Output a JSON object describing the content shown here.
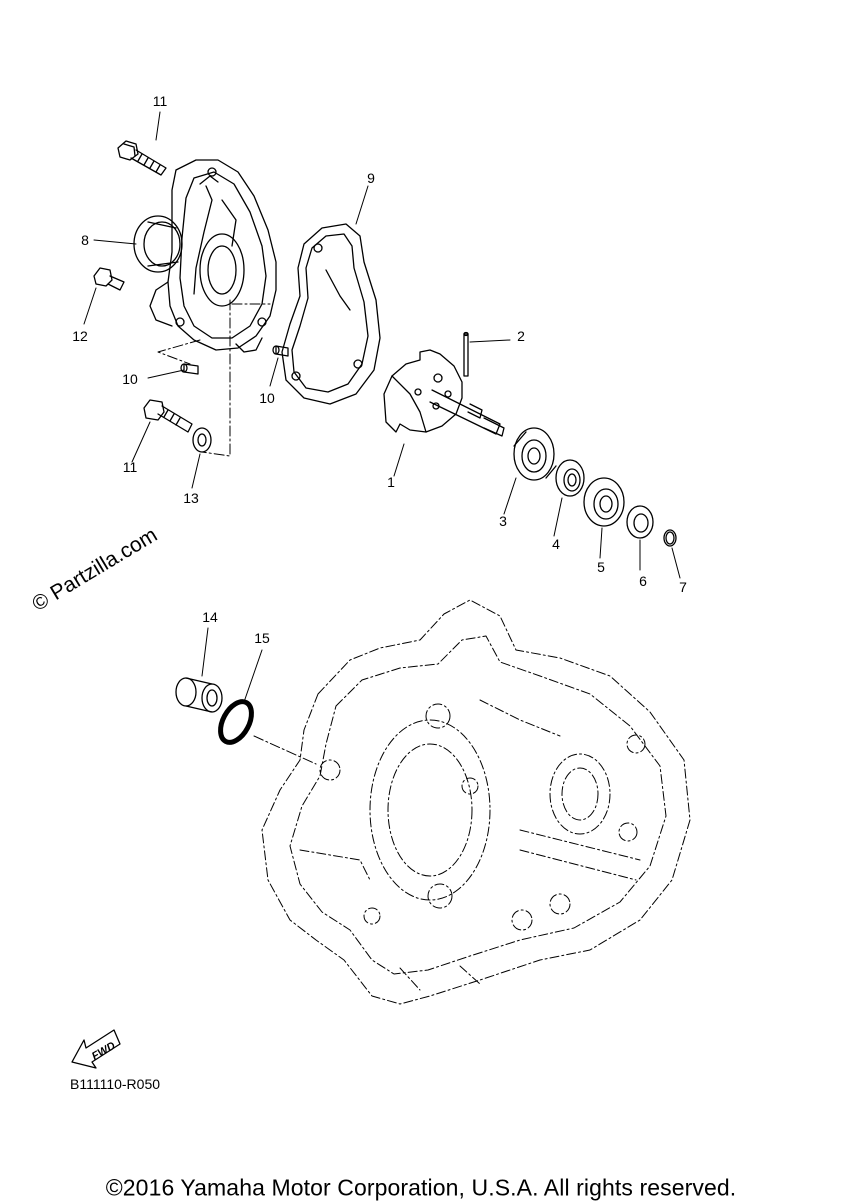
{
  "watermark": "© Partzilla.com",
  "diagram_code": "B111110-R050",
  "copyright": "©2016 Yamaha Motor Corporation, U.S.A. All rights reserved.",
  "fwd_label": "FWD",
  "callouts": [
    {
      "id": "c11a",
      "label": "11"
    },
    {
      "id": "c9",
      "label": "9"
    },
    {
      "id": "c8",
      "label": "8"
    },
    {
      "id": "c12",
      "label": "12"
    },
    {
      "id": "c2",
      "label": "2"
    },
    {
      "id": "c10a",
      "label": "10"
    },
    {
      "id": "c10b",
      "label": "10"
    },
    {
      "id": "c11b",
      "label": "11"
    },
    {
      "id": "c13",
      "label": "13"
    },
    {
      "id": "c1",
      "label": "1"
    },
    {
      "id": "c3",
      "label": "3"
    },
    {
      "id": "c4",
      "label": "4"
    },
    {
      "id": "c5",
      "label": "5"
    },
    {
      "id": "c6",
      "label": "6"
    },
    {
      "id": "c7",
      "label": "7"
    },
    {
      "id": "c14",
      "label": "14"
    },
    {
      "id": "c15",
      "label": "15"
    }
  ]
}
